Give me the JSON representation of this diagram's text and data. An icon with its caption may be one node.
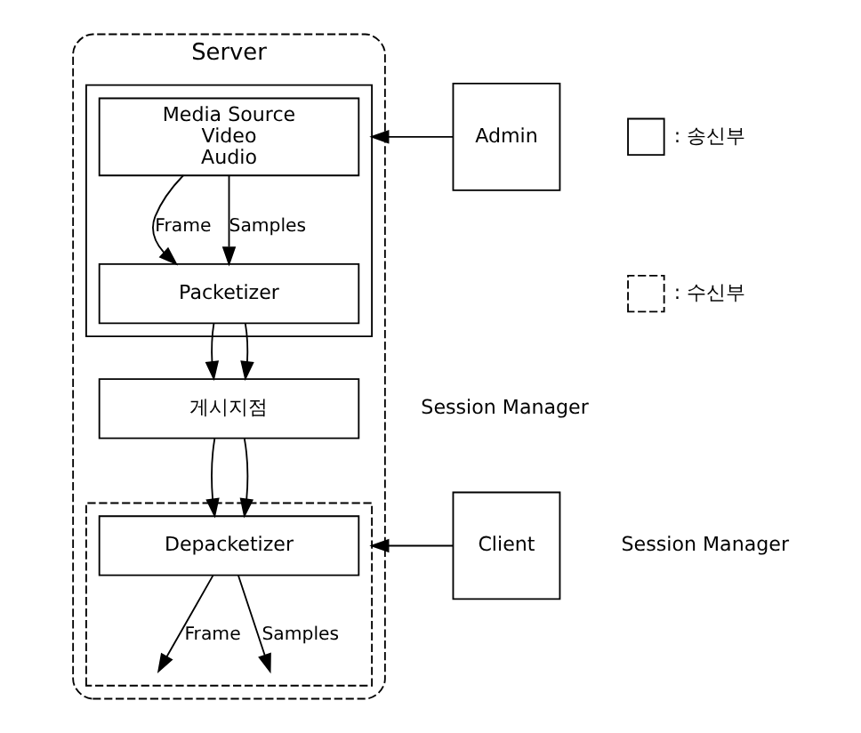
{
  "diagram": {
    "nodes": [
      {
        "text": [
          "Server"
        ]
      },
      {
        "text": [],
        "shape": "box",
        "in": 0
      },
      {
        "text": [],
        "shape": "box",
        "in": 0
      },
      {
        "text": [
          "Media Source",
          "Video",
          "Audio"
        ],
        "in": 1
      },
      {
        "text": [
          "Packetizer"
        ],
        "in": 1
      },
      {
        "text": [
          "게시지점"
        ],
        "in": 0
      },
      {
        "text": [
          "Depacketizer"
        ],
        "in": 2
      },
      {
        "text": [
          "Admin"
        ]
      },
      {
        "text": [
          "Client"
        ]
      }
    ],
    "edges": [
      {
        "from": 3,
        "to": 4,
        "arrow": "to",
        "label": "Frame"
      },
      {
        "from": 3,
        "to": 4,
        "arrow": "to",
        "label": "Samples"
      },
      {
        "from": 4,
        "to": 5,
        "arrow": "to"
      },
      {
        "from": 4,
        "to": 5,
        "arrow": "to"
      },
      {
        "from": 5,
        "to": 6,
        "arrow": "to"
      },
      {
        "from": 5,
        "to": 6,
        "arrow": "to"
      },
      {
        "from": 6,
        "to": null,
        "arrow": "to",
        "label": "Frame"
      },
      {
        "from": 6,
        "to": null,
        "arrow": "to",
        "label": "Samples"
      },
      {
        "from": 7,
        "to": 1,
        "arrow": "to"
      },
      {
        "from": 8,
        "to": 2,
        "arrow": "to"
      }
    ],
    "labels": [
      "Session Manager",
      "Session Manager"
    ],
    "legend": [
      {
        "text": ": 송신부"
      },
      {
        "text": ": 수신부"
      }
    ]
  }
}
